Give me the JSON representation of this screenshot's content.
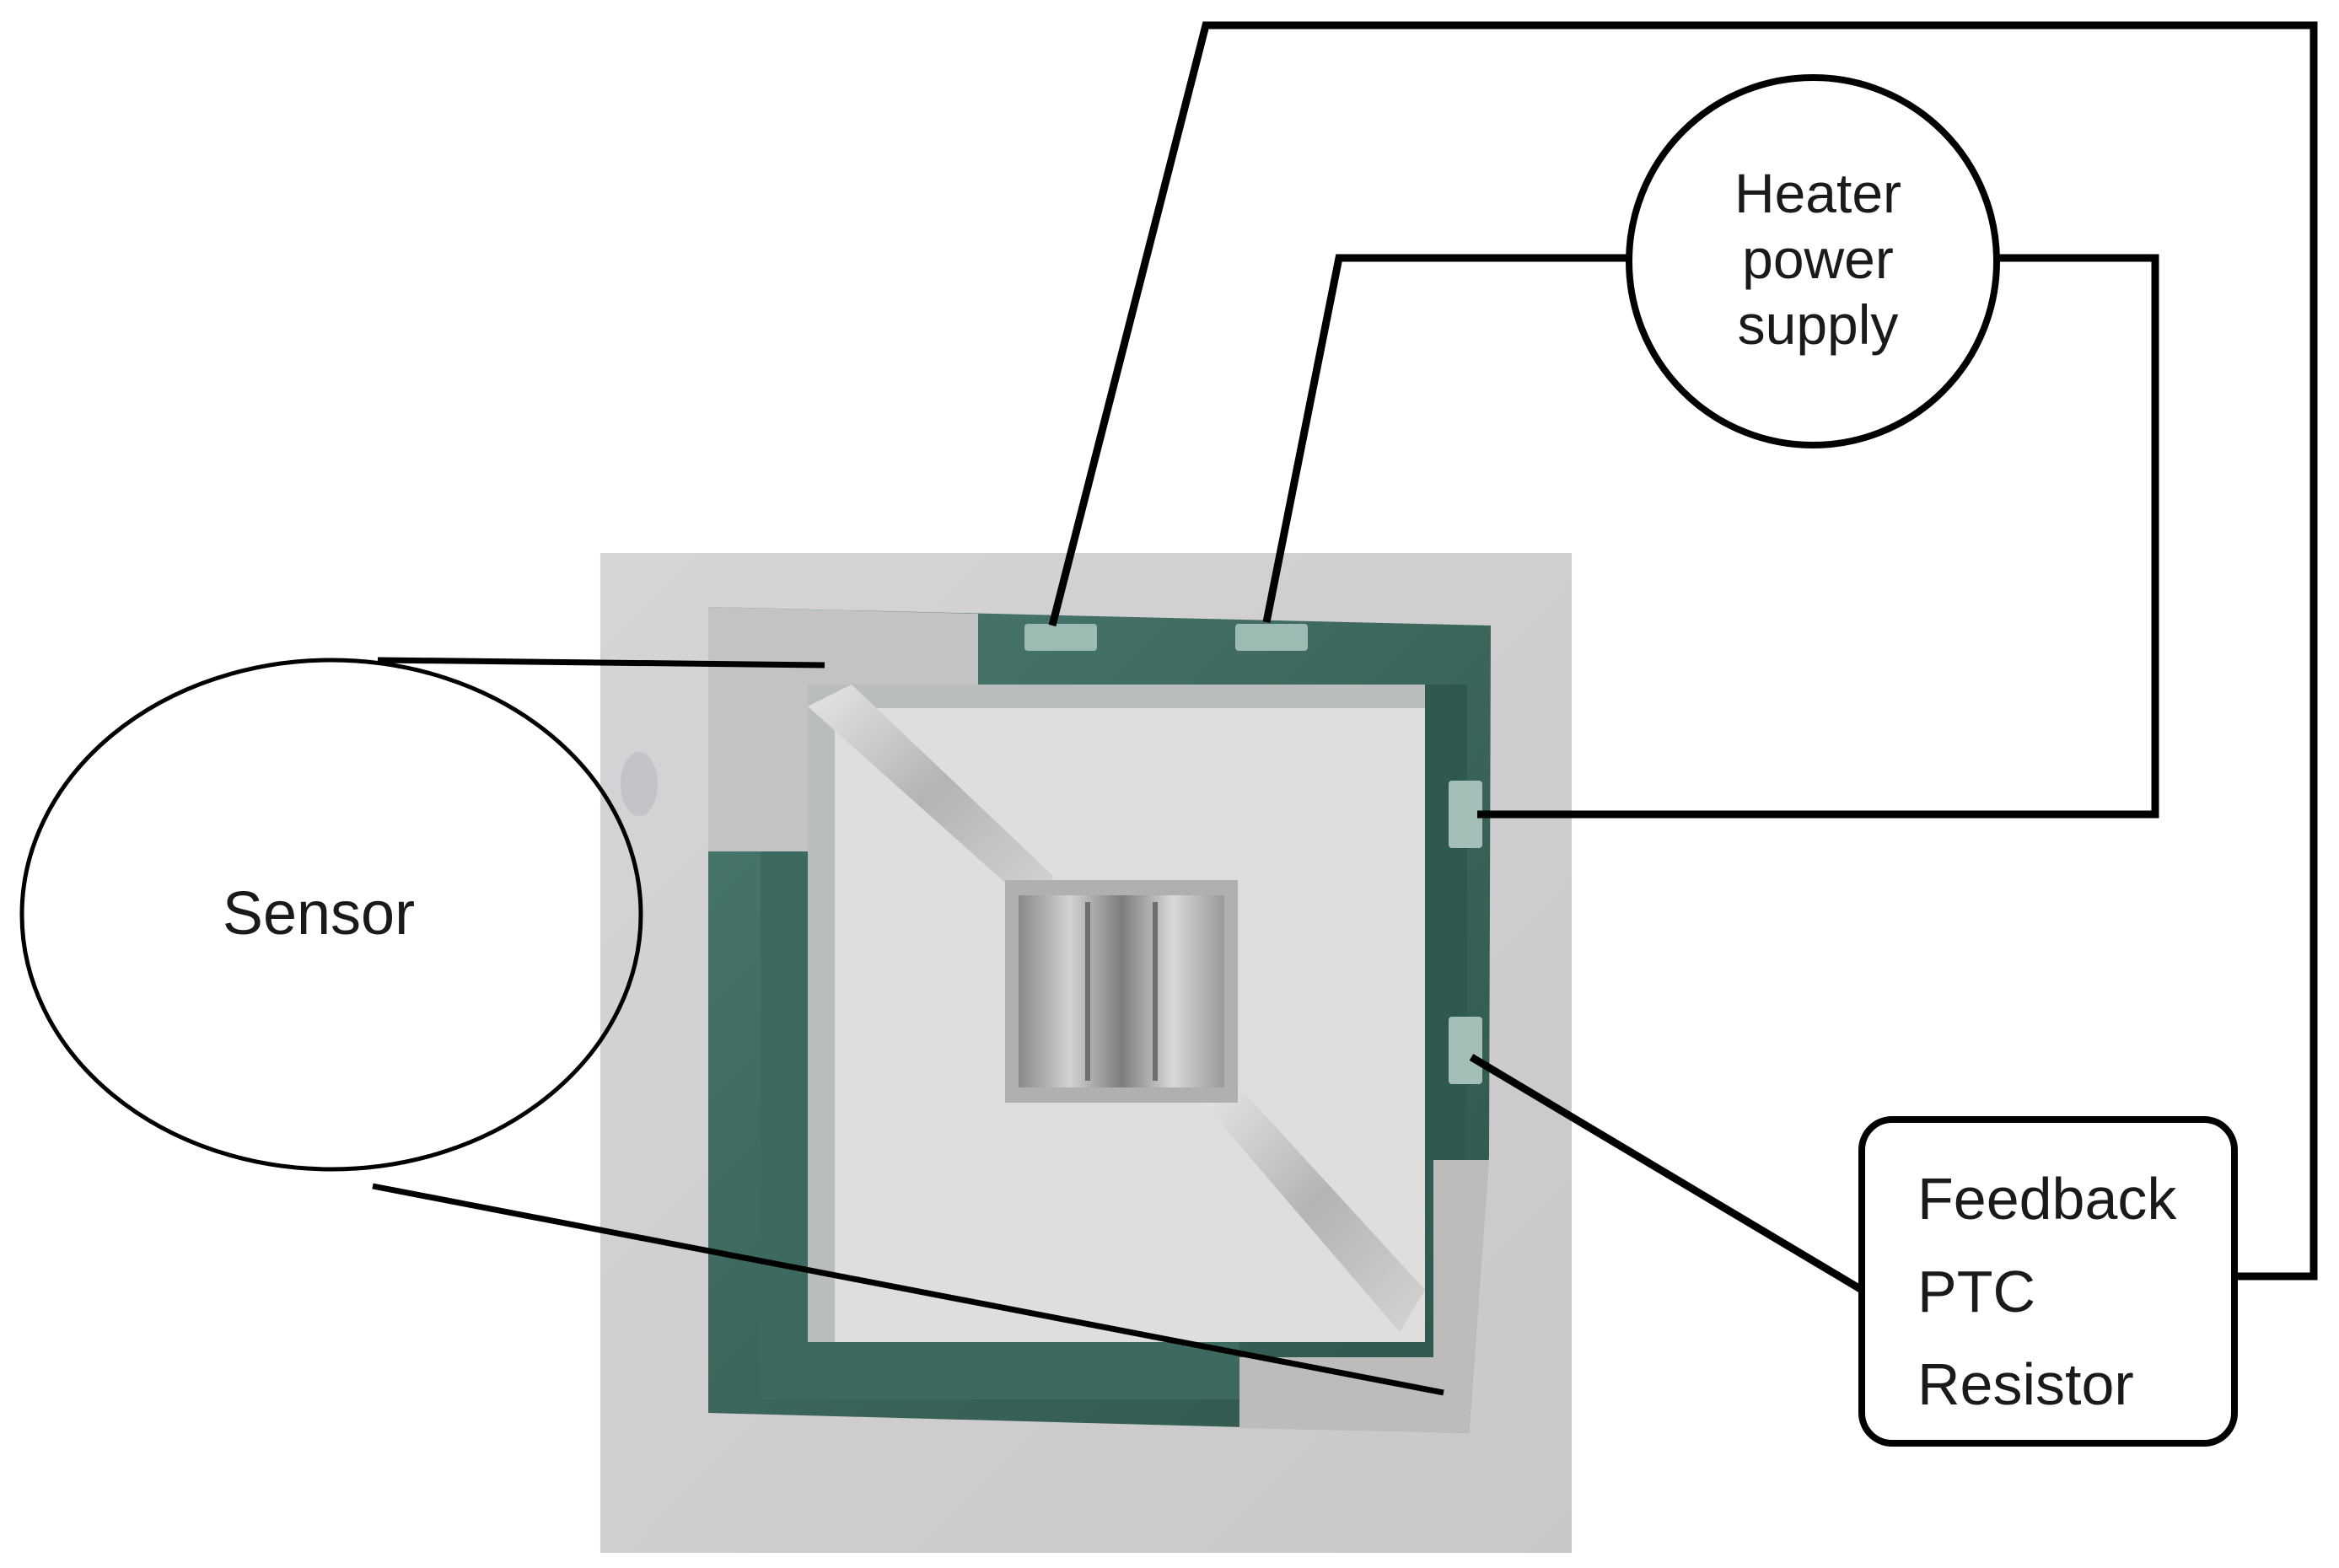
{
  "labels": {
    "sensor": "Sensor",
    "heater_line1": "Heater",
    "heater_line2": "power",
    "heater_line3": "supply",
    "feedback_line1": "Feedback",
    "feedback_line2": "PTC",
    "feedback_line3": "Resistor"
  },
  "colors": {
    "wire": "#000000",
    "substrate": "#d8d6d6",
    "green_frame": "#3f6c63",
    "membrane": "#dcdcdc",
    "silver": "#b8b8b8",
    "pad": "#8fb1a9"
  }
}
